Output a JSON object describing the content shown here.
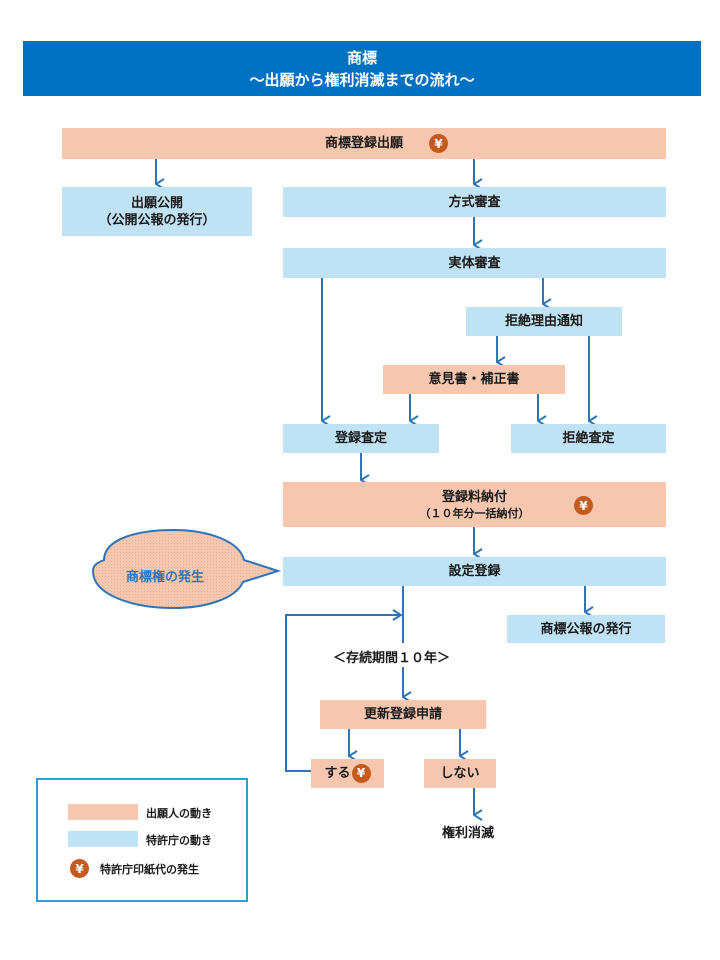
{
  "header": {
    "title": "商標",
    "subtitle": "～出願から権利消滅までの流れ～"
  },
  "colors": {
    "header_bg": "#0070c0",
    "applicant": "#f6c7ae",
    "office": "#bfe3f4",
    "arrow": "#2e75b6",
    "fee_icon": "#c55a1d"
  },
  "icons": {
    "fee": "¥"
  },
  "flow": {
    "application": "商標登録出願",
    "publication": {
      "line1": "出願公開",
      "line2": "（公開公報の発行）"
    },
    "formality_exam": "方式審査",
    "substantive_exam": "実体審査",
    "refusal_notice": "拒絶理由通知",
    "opinion_amendment": "意見書・補正書",
    "registration_decision": "登録査定",
    "refusal_decision": "拒絶査定",
    "fee_payment": {
      "line1": "登録料納付",
      "line2": "（１０年分一括納付）"
    },
    "establishment_registration": "設定登録",
    "gazette": "商標公報の発行",
    "right_callout": "商標権の発生",
    "duration": "＜存続期間１０年＞",
    "renewal_application": "更新登録申請",
    "renew_yes": "する",
    "renew_no": "しない",
    "extinction": "権利消滅"
  },
  "legend": {
    "applicant": "出願人の動き",
    "office": "特許庁の動き",
    "fee": "特許庁印紙代の発生"
  }
}
